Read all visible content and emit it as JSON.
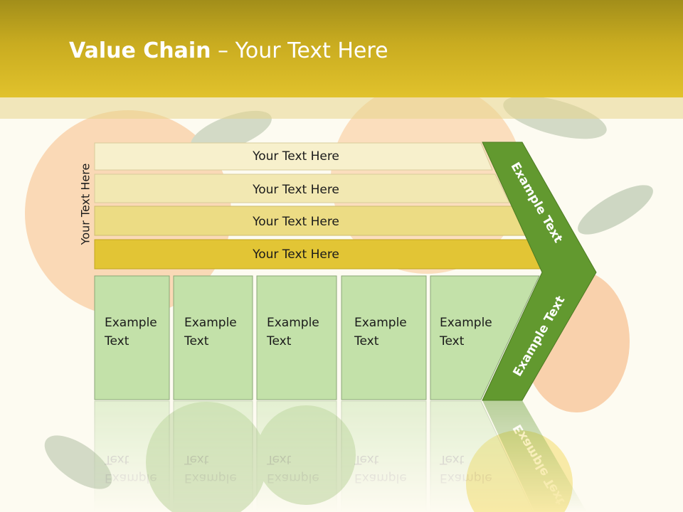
{
  "slide": {
    "title_bold": "Value Chain",
    "title_rest": " – Your Text Here"
  },
  "diagram": {
    "side_label": "Your Text Here",
    "support_rows": [
      {
        "label": "Your Text Here",
        "fill": "#f7f0cc"
      },
      {
        "label": "Your Text Here",
        "fill": "#f2e8b2"
      },
      {
        "label": "Your Text Here",
        "fill": "#ecdc84"
      },
      {
        "label": "Your Text Here",
        "fill": "#e2c535"
      }
    ],
    "primary_columns": [
      {
        "line1": "Example",
        "line2": "Text"
      },
      {
        "line1": "Example",
        "line2": "Text"
      },
      {
        "line1": "Example",
        "line2": "Text"
      },
      {
        "line1": "Example",
        "line2": "Text"
      },
      {
        "line1": "Example",
        "line2": "Text"
      }
    ],
    "margin_top_label": "Example Text",
    "margin_bottom_label": "Example Text",
    "colors": {
      "column_fill": "#c3e1a9",
      "column_stroke": "#8aa676",
      "arrow_fill": "#62992f",
      "arrow_stroke": "#4c7a22"
    }
  }
}
